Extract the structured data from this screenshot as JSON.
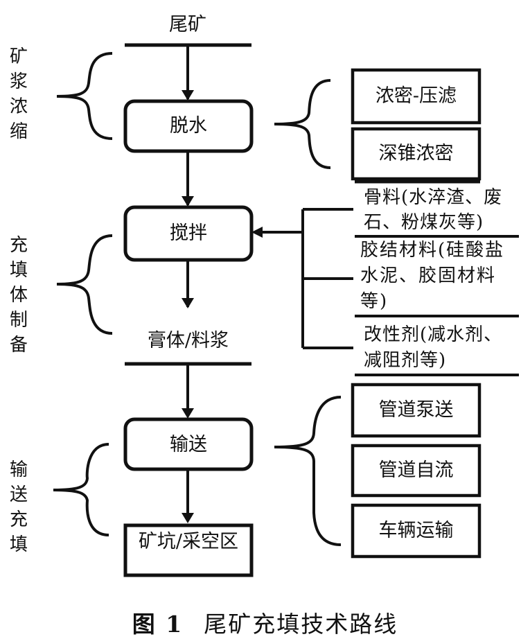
{
  "flow": {
    "input_label": "尾矿",
    "nodes": {
      "dewater": "脱水",
      "mixing": "搅拌",
      "product_label": "膏体/料浆",
      "transport": "输送",
      "destination": "矿坑/采空区"
    }
  },
  "stages": [
    {
      "label": "矿浆浓缩"
    },
    {
      "label": "充填体制备"
    },
    {
      "label": "输送充填"
    }
  ],
  "dewater_methods": [
    "浓密-压滤",
    "深锥浓密"
  ],
  "mixing_inputs": [
    "骨料(水淬渣、废石、粉煤灰等)",
    "胶结材料(硅酸盐水泥、胶固材料等)",
    "改性剂(减水剂、减阻剂等)"
  ],
  "transport_methods": [
    "管道泵送",
    "管道自流",
    "车辆运输"
  ],
  "caption": {
    "figure_no": "图 1",
    "title": "尾矿充填技术路线"
  },
  "colors": {
    "stroke": "#111111",
    "background": "#ffffff"
  }
}
